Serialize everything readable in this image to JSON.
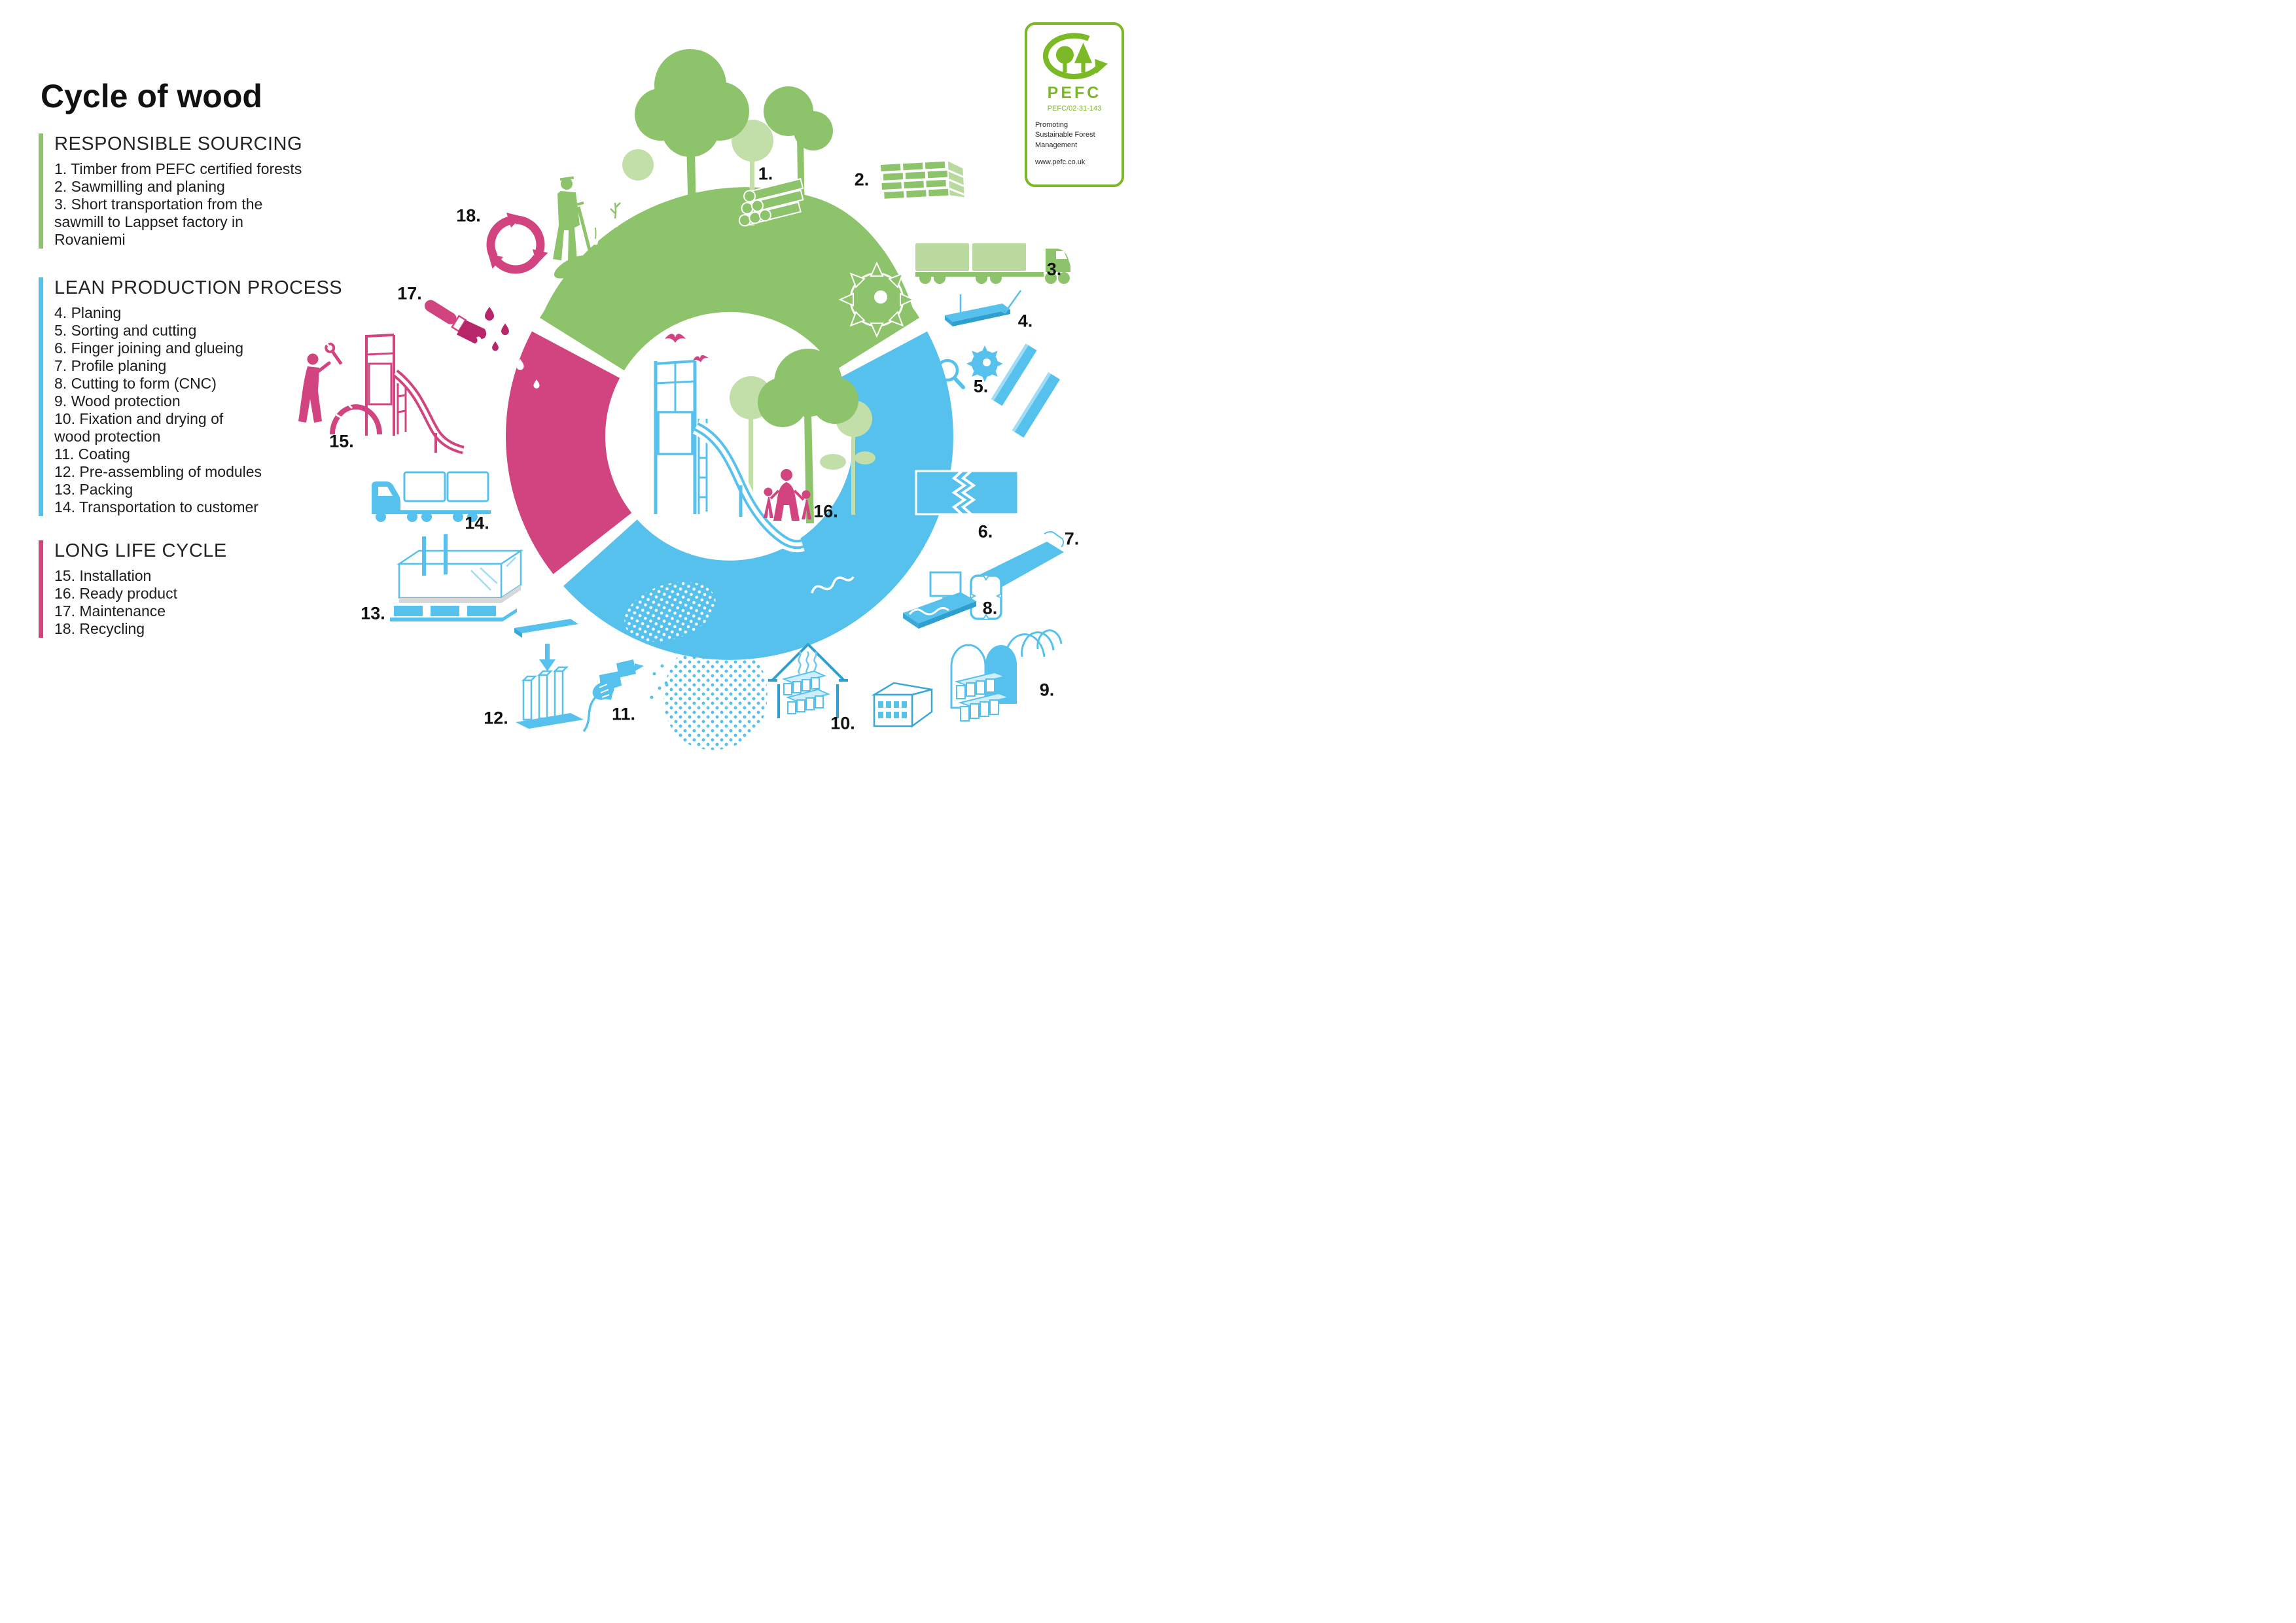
{
  "title": "Cycle of wood",
  "sections": [
    {
      "heading": "RESPONSIBLE SOURCING",
      "accent": "#8cc36b",
      "items": [
        "1. Timber from PEFC certified forests",
        "2. Sawmilling and planing",
        "3. Short transportation from the\nsawmill to Lappset factory in\nRovaniemi"
      ]
    },
    {
      "heading": "LEAN PRODUCTION PROCESS",
      "accent": "#57c1ed",
      "items": [
        "4. Planing",
        "5. Sorting and cutting",
        "6. Finger joining and glueing",
        "7. Profile planing",
        "8. Cutting to form (CNC)",
        "9. Wood protection",
        "10. Fixation and drying of\nwood protection",
        "11. Coating",
        "12. Pre-assembling of modules",
        "13. Packing",
        "14. Transportation to customer"
      ]
    },
    {
      "heading": "LONG LIFE CYCLE",
      "accent": "#d1447f",
      "items": [
        "15. Installation",
        "16. Ready product",
        "17. Maintenance",
        "18. Recycling"
      ]
    }
  ],
  "cycle": {
    "steps": [
      {
        "label": "1."
      },
      {
        "label": "2."
      },
      {
        "label": "3."
      },
      {
        "label": "4."
      },
      {
        "label": "5."
      },
      {
        "label": "6."
      },
      {
        "label": "7."
      },
      {
        "label": "8."
      },
      {
        "label": "9."
      },
      {
        "label": "10."
      },
      {
        "label": "11."
      },
      {
        "label": "12."
      },
      {
        "label": "13."
      },
      {
        "label": "14."
      },
      {
        "label": "15."
      },
      {
        "label": "16."
      },
      {
        "label": "17."
      },
      {
        "label": "18."
      }
    ]
  },
  "pefc": {
    "name": "PEFC",
    "license": "PEFC/02-31-143",
    "tagline": "Promoting\nSustainable Forest\nManagement",
    "website": "www.pefc.co.uk"
  },
  "colors": {
    "green": "#8cc36b",
    "light_green": "#c2dea9",
    "blue": "#57c1ed",
    "blue_dark": "#2f9fd0",
    "pink": "#d1447f",
    "pink_dark": "#b7256b",
    "pefc_green": "#7cb927",
    "text": "#161616"
  }
}
